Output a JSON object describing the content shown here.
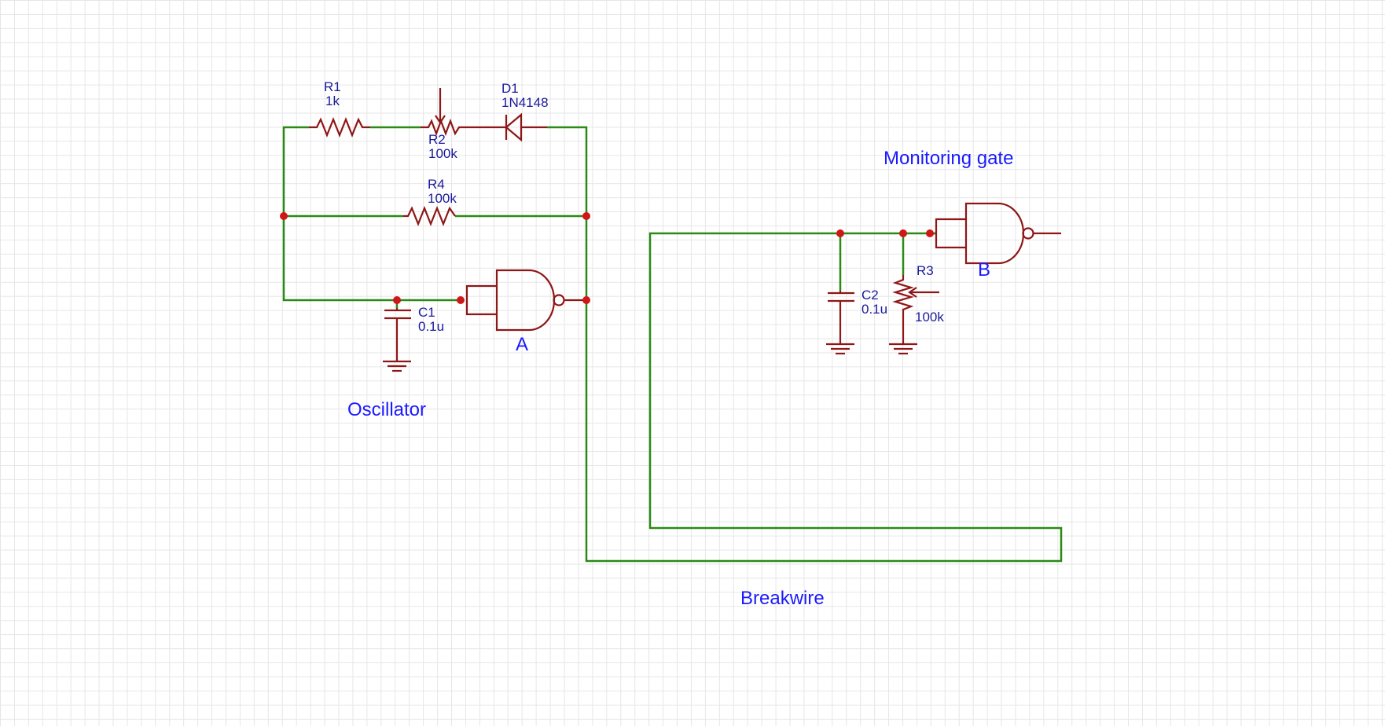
{
  "components": {
    "r1": {
      "ref": "R1",
      "value": "1k"
    },
    "r2": {
      "ref": "R2",
      "value": "100k"
    },
    "d1": {
      "ref": "D1",
      "value": "1N4148"
    },
    "r4": {
      "ref": "R4",
      "value": "100k"
    },
    "c1": {
      "ref": "C1",
      "value": "0.1u"
    },
    "c2": {
      "ref": "C2",
      "value": "0.1u"
    },
    "r3": {
      "ref": "R3",
      "value": "100k"
    },
    "gate_a": {
      "ref": "A"
    },
    "gate_b": {
      "ref": "B"
    }
  },
  "labels": {
    "oscillator": "Oscillator",
    "monitoring_gate": "Monitoring gate",
    "breakwire": "Breakwire"
  },
  "colors": {
    "wire": "#2a8a16",
    "component": "#8e1616",
    "junction": "#d01616",
    "component_text": "#1a1a9c",
    "label_text": "#1a1aff",
    "grid": "#e6e6e6"
  }
}
